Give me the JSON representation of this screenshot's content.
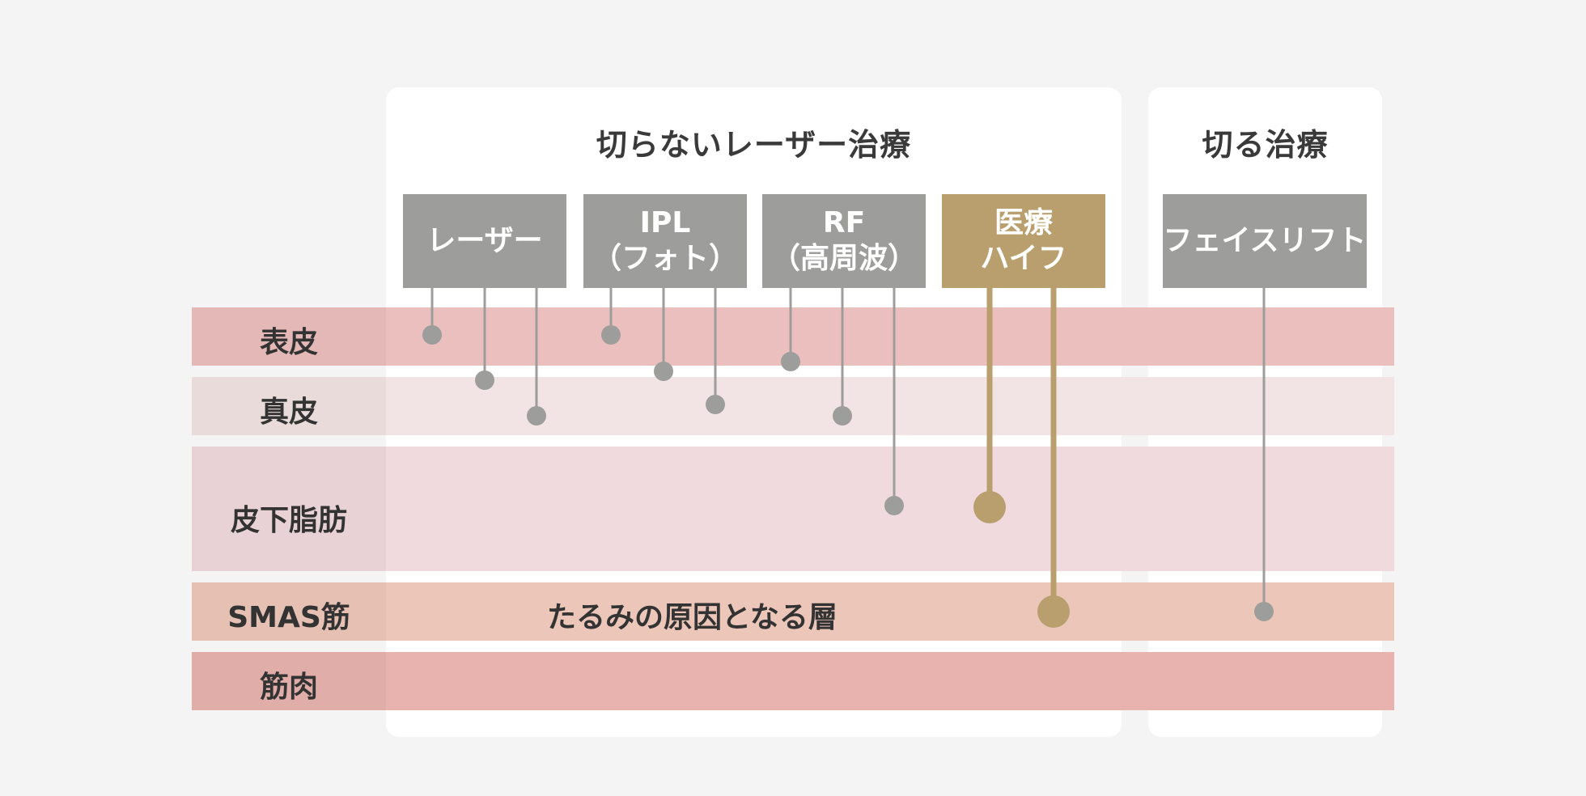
{
  "groups": {
    "non_surgical": {
      "title": "切らないレーザー治療"
    },
    "surgical": {
      "title": "切る治療"
    }
  },
  "treatments": [
    {
      "id": "laser",
      "lines": [
        "レーザー"
      ],
      "highlight": false
    },
    {
      "id": "ipl",
      "lines": [
        "IPL",
        "（フォト）"
      ],
      "highlight": false
    },
    {
      "id": "rf",
      "lines": [
        "RF",
        "（高周波）"
      ],
      "highlight": false
    },
    {
      "id": "hifu",
      "lines": [
        "医療",
        "ハイフ"
      ],
      "highlight": true
    },
    {
      "id": "facelift",
      "lines": [
        "フェイスリフト"
      ],
      "highlight": false
    }
  ],
  "layers": [
    {
      "id": "epidermis",
      "label": "表皮",
      "color": "#ecbfbf"
    },
    {
      "id": "dermis",
      "label": "真皮",
      "color": "#f2e4e4"
    },
    {
      "id": "subcutaneous",
      "label": "皮下脂肪",
      "color": "#f0dadd"
    },
    {
      "id": "smas",
      "label": "SMAS筋",
      "color": "#ecc7b9"
    },
    {
      "id": "muscle",
      "label": "筋肉",
      "color": "#e8b3ae"
    }
  ],
  "smas_note": "たるみの原因となる層",
  "colors": {
    "box_gray": "#9d9d9c",
    "box_gold": "#b99f6e",
    "probe_gray": "#9d9d9c",
    "probe_gold": "#b99f6e"
  },
  "chart_data": {
    "type": "table",
    "rows": [
      {
        "treatment": "レーザー",
        "reaches": [
          "表皮",
          "真皮",
          "真皮"
        ]
      },
      {
        "treatment": "IPL（フォト）",
        "reaches": [
          "表皮",
          "真皮",
          "真皮"
        ]
      },
      {
        "treatment": "RF（高周波）",
        "reaches": [
          "表皮",
          "真皮",
          "皮下脂肪"
        ]
      },
      {
        "treatment": "医療ハイフ",
        "reaches": [
          "皮下脂肪",
          "SMAS筋"
        ]
      },
      {
        "treatment": "フェイスリフト",
        "reaches": [
          "SMAS筋"
        ]
      }
    ]
  }
}
